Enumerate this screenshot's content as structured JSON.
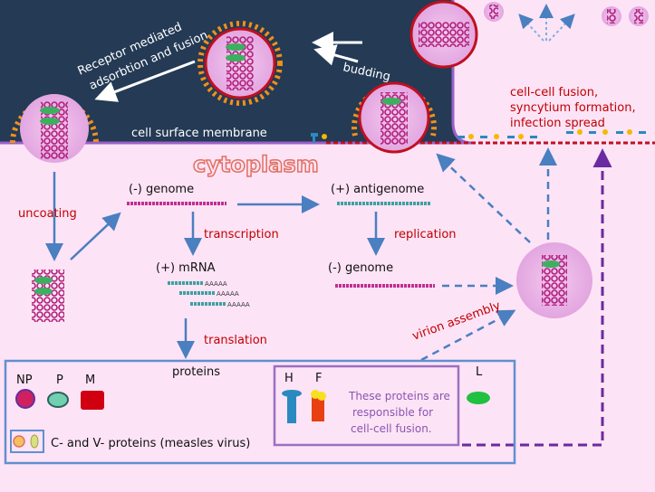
{
  "labels": {
    "adsorption": [
      "Receptor mediated",
      "adsorbtion and fusion"
    ],
    "budding": "budding",
    "membrane": "cell surface membrane",
    "cytoplasm": "cytoplasm",
    "spread": [
      "cell-cell fusion,",
      "syncytium formation,",
      "infection spread"
    ],
    "uncoating": "uncoating",
    "neg_genome_1": "(-) genome",
    "antigenome": "(+) antigenome",
    "transcription": "transcription",
    "replication": "replication",
    "mrna": "(+) mRNA",
    "neg_genome_2": "(-) genome",
    "polya": "AAAAA",
    "translation": "translation",
    "virion_assembly": "virion assembly",
    "proteins": "proteins"
  },
  "proteins_box": {
    "np": "NP",
    "p": "P",
    "m": "M",
    "l": "L",
    "h": "H",
    "f": "F",
    "cv_label": "C- and V- proteins (measles virus)",
    "fusion_note": [
      "These proteins are",
      "responsible for",
      "cell-cell fusion."
    ]
  },
  "colors": {
    "extracellular": "#243a55",
    "cytoplasm": "#fde3f6",
    "arrow_blue": "#4a7fc0",
    "fusion_arrow": "#6a2aa0",
    "label_red": "#c00000",
    "nucleocapsid": "#b0207a"
  }
}
